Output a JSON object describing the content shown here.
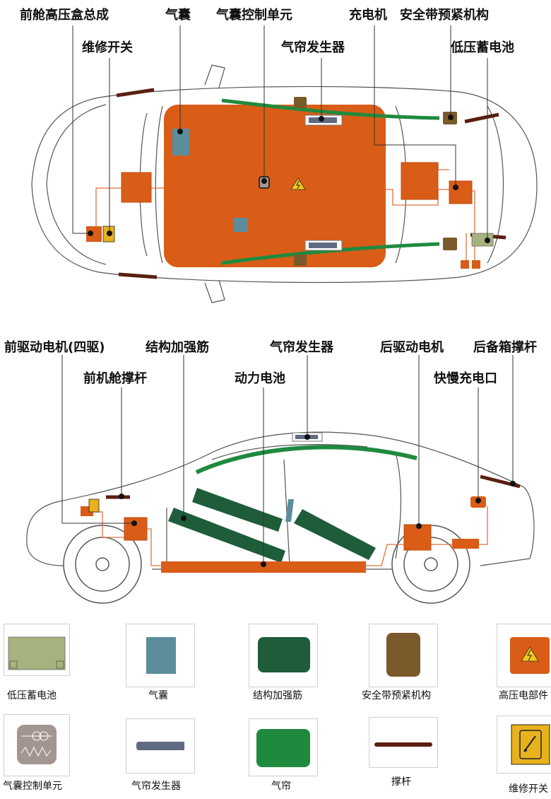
{
  "colors": {
    "high_voltage": "#d95c17",
    "airbag": "#5b8d9c",
    "reinforcement": "#1e5c3a",
    "curtain": "#1f8a3e",
    "pretensioner": "#7a5a2a",
    "strut": "#5a1f10",
    "battery_12v": "#a7b37e",
    "controller": "#a39690",
    "service_switch": "#e8b21c",
    "outline": "#555555"
  },
  "top_view": {
    "labels": {
      "front_hv_box": "前舱高压盒总成",
      "service_switch": "维修开关",
      "airbag": "气囊",
      "airbag_controller": "气囊控制单元",
      "curtain_generator": "气帘发生器",
      "charger": "充电机",
      "pretensioner": "安全带预紧机构",
      "lv_battery": "低压蓄电池"
    }
  },
  "side_view": {
    "labels": {
      "front_motor": "前驱动电机(四驱)",
      "reinforcement": "结构加强筋",
      "curtain_generator": "气帘发生器",
      "rear_motor": "后驱动电机",
      "trunk_strut": "后备箱撑杆",
      "hood_strut": "前机舱撑杆",
      "traction_battery": "动力电池",
      "charge_port": "快慢充电口"
    }
  },
  "legend": {
    "items": [
      {
        "label": "低压蓄电池",
        "icon": "lv-battery-icon"
      },
      {
        "label": "气囊",
        "icon": "airbag-icon"
      },
      {
        "label": "结构加强筋",
        "icon": "reinforcement-icon"
      },
      {
        "label": "安全带预紧机构",
        "icon": "pretensioner-icon"
      },
      {
        "label": "高压电部件",
        "icon": "high-voltage-icon"
      },
      {
        "label": "气囊控制单元",
        "icon": "airbag-controller-icon"
      },
      {
        "label": "气帘发生器",
        "icon": "curtain-generator-icon"
      },
      {
        "label": "气帘",
        "icon": "curtain-icon"
      },
      {
        "label": "撑杆",
        "icon": "strut-icon"
      },
      {
        "label": "维修开关",
        "icon": "service-switch-icon"
      }
    ]
  }
}
